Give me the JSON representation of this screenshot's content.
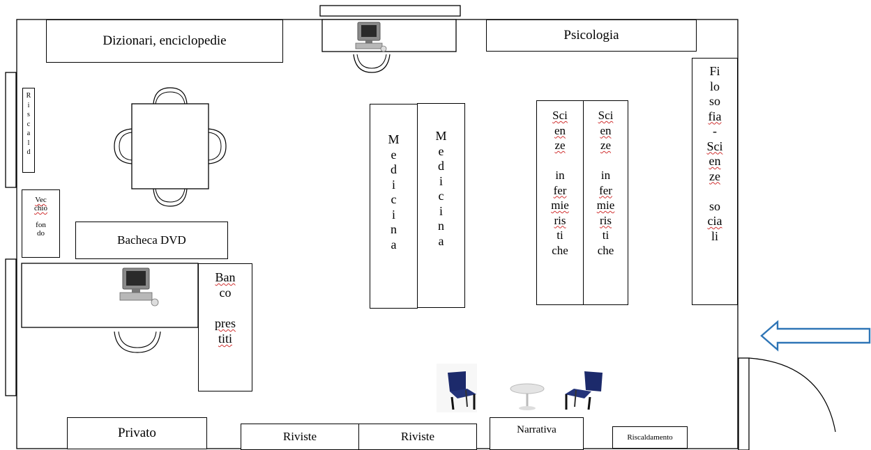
{
  "labels": {
    "dizionari": "Dizionari, enciclopedie",
    "psicologia": "Psicologia",
    "bacheca": "Bacheca DVD",
    "privato": "Privato",
    "riviste_1": "Riviste",
    "riviste_2": "Riviste",
    "narrativa": "Narrativa",
    "riscaldamento": "Riscaldamento"
  },
  "vertical_labels": {
    "riscald": [
      "R",
      "i",
      "s",
      "c",
      "a",
      "l",
      "d"
    ],
    "vecchio_fondo": [
      "Vec",
      "chio",
      "",
      "fon",
      "do"
    ],
    "banco_prestiti": [
      "Ban",
      "co",
      "",
      "pres",
      "titi"
    ],
    "medicina_1": [
      "M",
      "e",
      "d",
      "i",
      "c",
      "i",
      "n",
      "a"
    ],
    "medicina_2": [
      "M",
      "e",
      "d",
      "i",
      "c",
      "i",
      "n",
      "a"
    ],
    "scienze_inf_1": [
      "Sci",
      "en",
      "ze",
      "",
      "in",
      "fer",
      "mie",
      "ris",
      "ti",
      "che"
    ],
    "scienze_inf_2": [
      "Sci",
      "en",
      "ze",
      "",
      "in",
      "fer",
      "mie",
      "ris",
      "ti",
      "che"
    ],
    "filosofia": [
      "Fi",
      "lo",
      "so",
      "fia",
      "-",
      "Sci",
      "en",
      "ze",
      "",
      "so",
      "cia",
      "li"
    ]
  },
  "colors": {
    "wall": "#000000",
    "entrance_arrow": "#2e75b6",
    "chair": "#1c2a6b",
    "spellcheck": "#d03030"
  },
  "icons": [
    "computer-icon",
    "computer-icon",
    "chair-icon",
    "chair-icon",
    "table-icon",
    "entrance-arrow-icon",
    "door-icon"
  ]
}
